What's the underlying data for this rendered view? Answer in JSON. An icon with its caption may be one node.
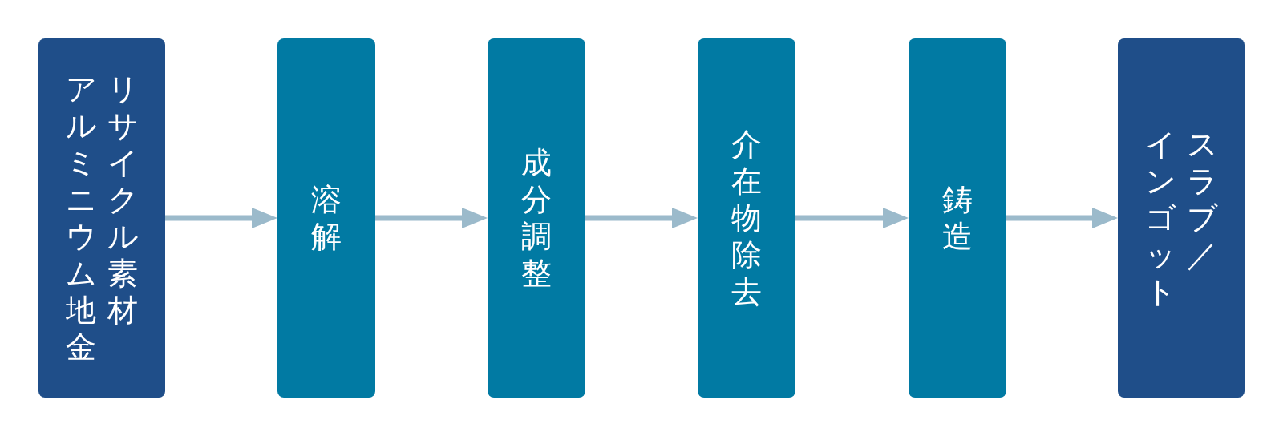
{
  "diagram": {
    "nodes": [
      {
        "text": [
          "リサイクル素材アルミニウム地金"
        ]
      },
      {
        "text": [
          "溶解"
        ]
      },
      {
        "text": [
          "成分調整"
        ]
      },
      {
        "text": [
          "介在物除去"
        ]
      },
      {
        "text": [
          "鋳造"
        ]
      },
      {
        "text": [
          "スラブ／インゴット"
        ]
      }
    ],
    "edges": [
      {
        "from": 0,
        "to": 1,
        "arrow": "to"
      },
      {
        "from": 1,
        "to": 2,
        "arrow": "to"
      },
      {
        "from": 2,
        "to": 3,
        "arrow": "to"
      },
      {
        "from": 3,
        "to": 4,
        "arrow": "to"
      },
      {
        "from": 4,
        "to": 5,
        "arrow": "to"
      }
    ]
  }
}
